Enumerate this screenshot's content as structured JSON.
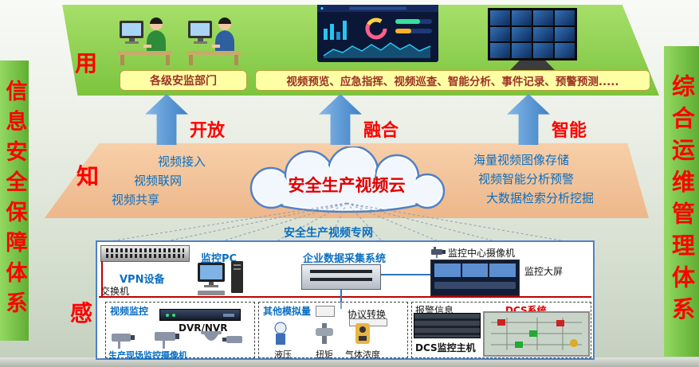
{
  "side_bars": {
    "left": "信息安全保障体系",
    "right": "综合运维管理体系"
  },
  "stage_labels": {
    "use": "用",
    "know": "知",
    "sense": "感"
  },
  "top_platform": {
    "dept_box": "各级安监部门",
    "functions_box": "视频预览、应急指挥、视频巡查、智能分析、事件记录、预警预测....."
  },
  "arrows": [
    {
      "label": "开放"
    },
    {
      "label": "融合"
    },
    {
      "label": "智能"
    }
  ],
  "cloud_layer": {
    "cloud_title": "安全生产视频云",
    "left_items": [
      "视频接入",
      "视频联网",
      "视频共享"
    ],
    "right_items": [
      "海量视频图像存储",
      "视频智能分析预警",
      "大数据检索分析挖掘"
    ],
    "network_label": "安全生产视频专网"
  },
  "perception_layer": {
    "vpn_label": "VPN设备",
    "switch_label": "交换机",
    "pc_label": "监控PC",
    "collector_label": "企业数据采集系统",
    "center_camera_label": "监控中心摄像机",
    "big_screen_label": "监控大屏",
    "video_group": {
      "title": "视频监控",
      "dvr_label": "DVR/NVR",
      "cameras_label": "生产现场监控摄像机"
    },
    "analog_group": {
      "title": "其他模拟量",
      "protocol_label": "协议转换",
      "sensor_labels": [
        "液压",
        "扭矩",
        "气体浓度"
      ]
    },
    "dcs_group": {
      "alarm_label": "报警信息",
      "dcs_label": "DCS系统",
      "host_label": "DCS监控主机"
    }
  },
  "colors": {
    "platform_green": "#8fd054",
    "platform_orange": "#f3c7a0",
    "arrow_blue": "#3e7fc4",
    "highlight_red": "#ff0000",
    "link_blue": "#0a6fc2",
    "box_yellow": "#ffffa6",
    "line_red": "#c00000"
  }
}
